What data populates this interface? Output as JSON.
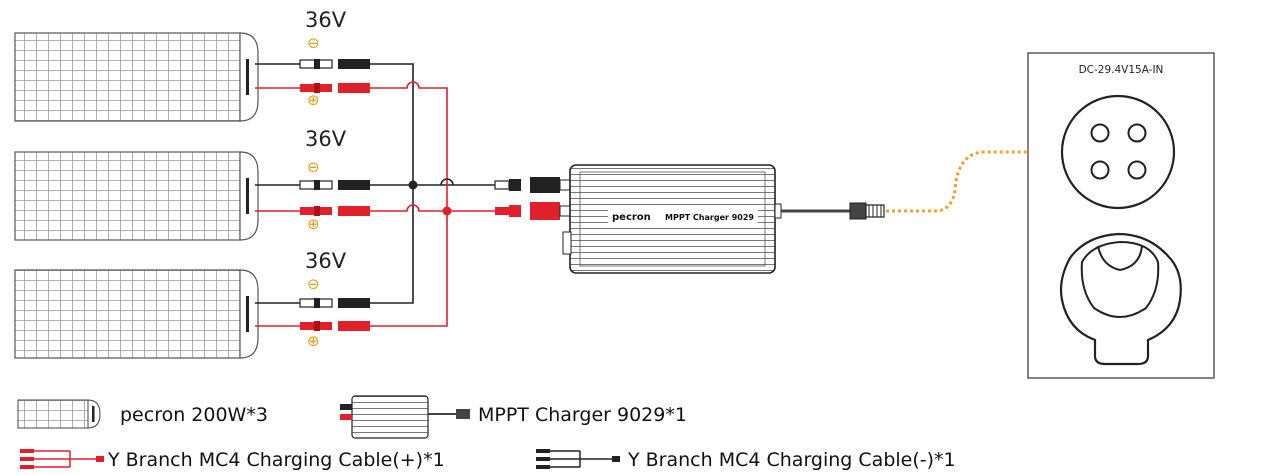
{
  "panels": [
    {
      "voltage": "36V",
      "neg_symbol": "⊖",
      "pos_symbol": "⊕"
    },
    {
      "voltage": "36V",
      "neg_symbol": "⊖",
      "pos_symbol": "⊕"
    },
    {
      "voltage": "36V",
      "neg_symbol": "⊖",
      "pos_symbol": "⊕"
    }
  ],
  "charger": {
    "brand": "pecron",
    "model": "MPPT Charger 9029"
  },
  "port": {
    "label": "DC-29.4V15A-IN"
  },
  "legend": {
    "panel": "pecron 200W*3",
    "charger": "MPPT Charger 9029*1",
    "cable_pos": "Y Branch MC4 Charging Cable(+)*1",
    "cable_neg": "Y Branch MC4 Charging Cable(-)*1"
  },
  "colors": {
    "positive": "#e0202a",
    "negative": "#222222",
    "arrow": "#f0a030",
    "outline": "#333333"
  }
}
